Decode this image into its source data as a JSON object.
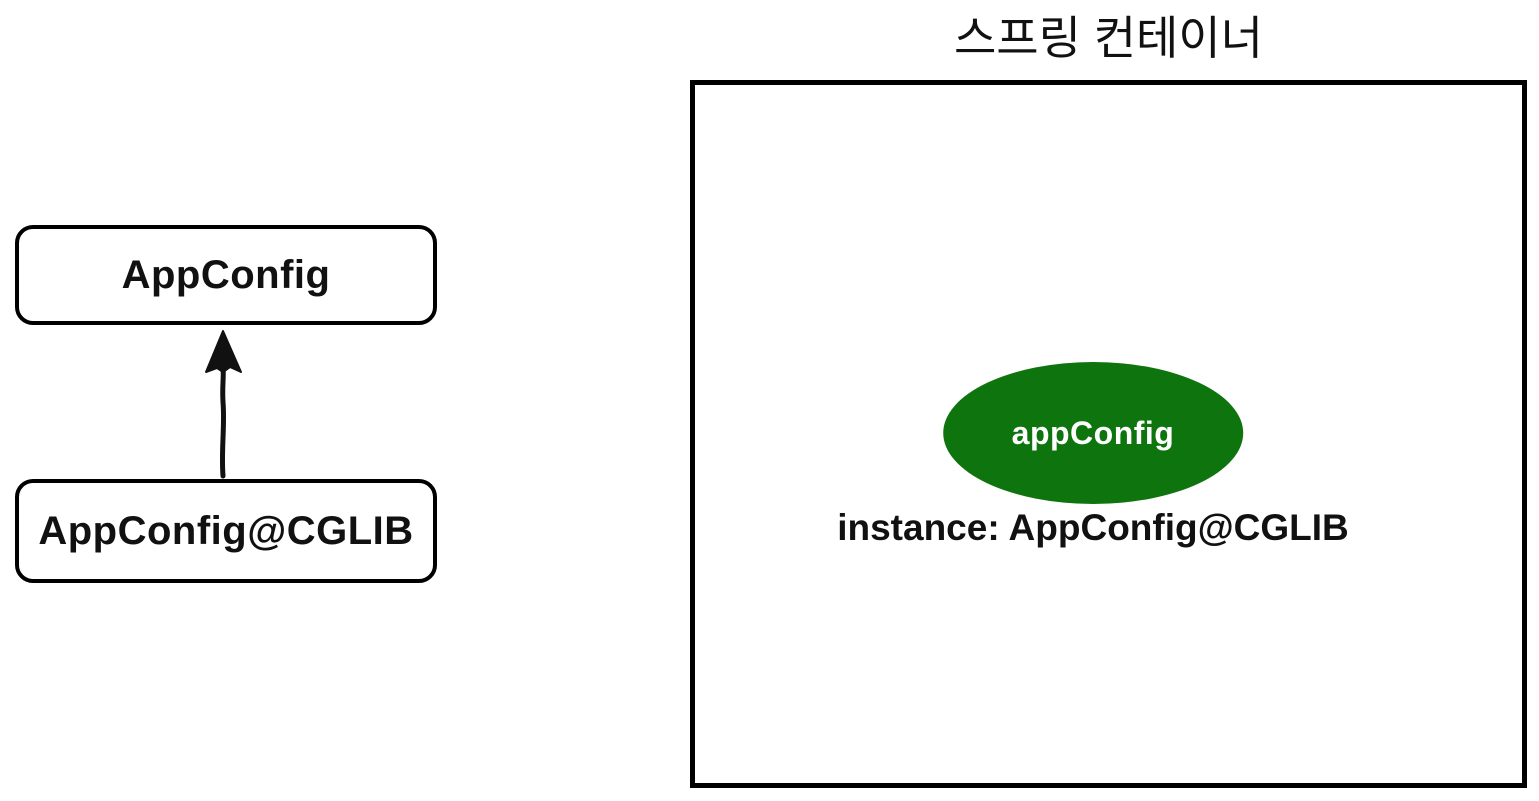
{
  "class_hierarchy": {
    "parent_label": "AppConfig",
    "child_label": "AppConfig@CGLIB"
  },
  "spring_container": {
    "title": "스프링 컨테이너",
    "bean": {
      "name": "appConfig",
      "instance_label": "instance: AppConfig@CGLIB"
    }
  },
  "icons": {
    "inheritance_arrow": "▲ upward solid arrow from child to parent"
  },
  "colors": {
    "background": "#ffffff",
    "line": "#000000",
    "text": "#111111",
    "bean_fill": "#0e750e",
    "bean_text": "#ffffff"
  }
}
